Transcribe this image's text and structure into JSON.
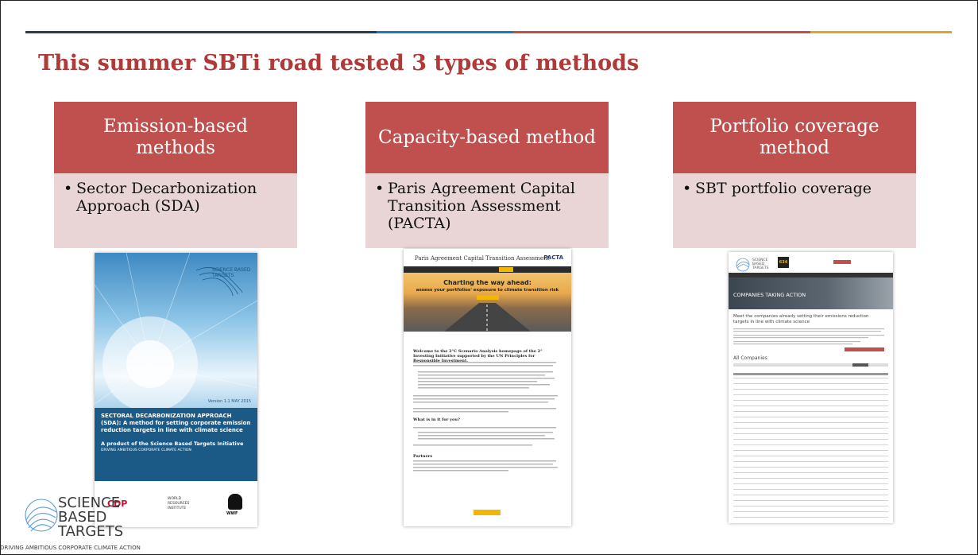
{
  "slide": {
    "title": "This summer SBTi road tested 3 types of methods",
    "accent_colors": [
      "#2f3e4f",
      "#1f7bb3",
      "#c0504d",
      "#e0a526"
    ]
  },
  "columns": [
    {
      "heading": "Emission-based methods",
      "bullet": "Sector Decarbonization Approach (SDA)"
    },
    {
      "heading": "Capacity-based method",
      "bullet": "Paris Agreement Capital Transition Assessment (PACTA)"
    },
    {
      "heading": "Portfolio coverage method",
      "bullet": "SBT portfolio coverage"
    }
  ],
  "images": {
    "sda_cover": {
      "org_name": "SCIENCE BASED TARGETS",
      "version": "Version 1.1 MAY 2015",
      "heading": "SECTORAL DECARBONIZATION APPROACH (SDA): A method for setting corporate emission reduction targets in line with climate science",
      "subheading": "A product of the Science Based Targets Initiative",
      "tagline": "DRIVING AMBITIOUS CORPORATE CLIMATE ACTION",
      "partners": [
        "CDP",
        "WORLD RESOURCES INSTITUTE",
        "WWF"
      ]
    },
    "pacta_site": {
      "site_title": "Paris Agreement Capital Transition Assessment",
      "logo": "PACTA",
      "hero_line1": "Charting the way ahead:",
      "hero_line2": "assess your portfolios' exposure to climate transition risk",
      "welcome": "Welcome to the 2°C Scenario Analysis homepage of the 2° Investing Initiative supported by the UN Principles for Responsible Investment.",
      "section1": "What is in it for you?",
      "section2": "Partners"
    },
    "sbti_site": {
      "org_name": "SCIENCE BASED TARGETS",
      "count": "634",
      "banner": "COMPANIES TAKING ACTION",
      "lead": "Meet the companies already setting their emissions reduction targets in line with climate science",
      "table_heading": "All Companies"
    }
  },
  "logo": {
    "line1": "SCIENCE",
    "line2": "BASED",
    "line3": "TARGETS",
    "tagline": "DRIVING AMBITIOUS CORPORATE CLIMATE ACTION"
  }
}
